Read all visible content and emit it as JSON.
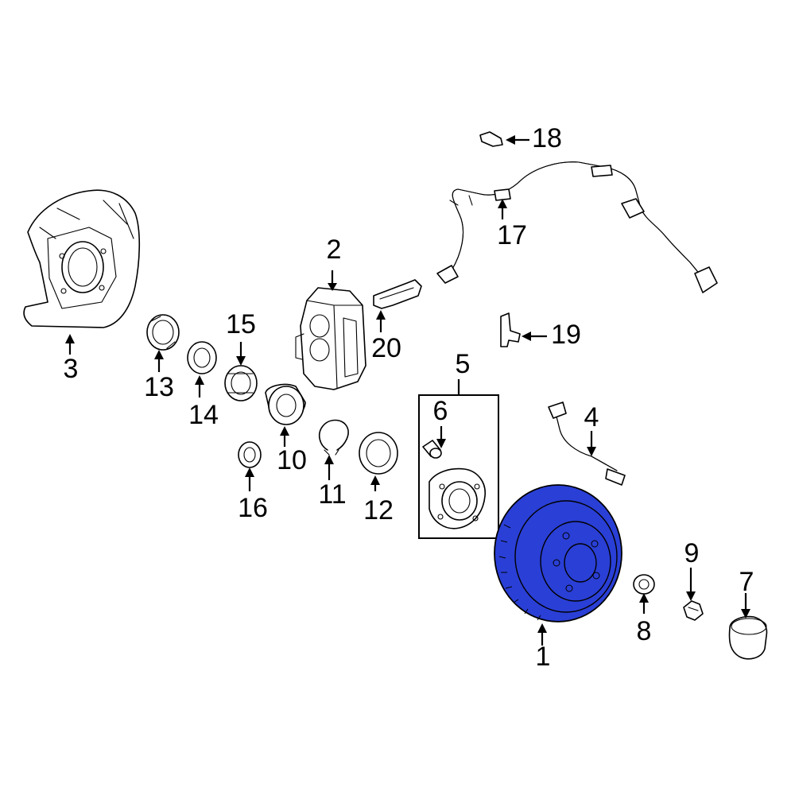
{
  "diagram": {
    "callouts": [
      "1",
      "2",
      "3",
      "4",
      "5",
      "6",
      "7",
      "8",
      "9",
      "10",
      "11",
      "12",
      "13",
      "14",
      "15",
      "16",
      "17",
      "18",
      "19",
      "20"
    ],
    "highlight_color": "#2a3fd6",
    "highlighted_part": "1"
  }
}
